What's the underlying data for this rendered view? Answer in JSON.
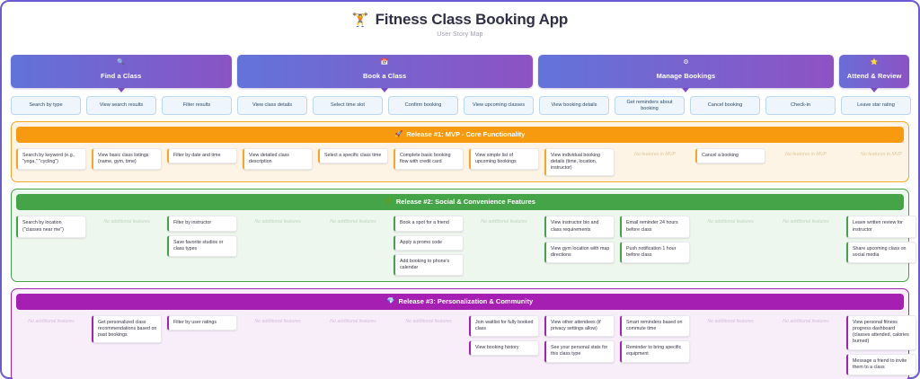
{
  "header": {
    "icon": "🏋",
    "icon_name": "fitness-icon",
    "title": "Fitness Class Booking App",
    "subtitle": "User Story Map"
  },
  "activities": [
    {
      "label": "Find a Class",
      "icon": "🔍",
      "icon_name": "magnifier-icon"
    },
    {
      "label": "Book a Class",
      "icon": "📅",
      "icon_name": "calendar-icon"
    },
    {
      "label": "Manage Bookings",
      "icon": "⚙",
      "icon_name": "gear-icon"
    },
    {
      "label": "Attend & Review",
      "icon": "⭐",
      "icon_name": "star-icon"
    }
  ],
  "steps": [
    [
      "Search by type",
      "View search results",
      "Filter results"
    ],
    [
      "View class details",
      "Select time slot",
      "Confirm booking",
      "View upcoming classes"
    ],
    [
      "View booking details",
      "Get reminders about booking",
      "Cancel booking",
      "Check-in"
    ],
    [
      "Leave star rating"
    ]
  ],
  "releases": [
    {
      "icon": "🚀",
      "icon_name": "rocket-icon",
      "label": "Release #1: MVP - Core Functionality",
      "empty_text": "No features in MVP",
      "columns": [
        [
          "Search by keyword (e.g., \"yoga,\" \"cycling\")"
        ],
        [
          "View basic class listings (name, gym, time)"
        ],
        [
          "Filter by date and time"
        ],
        [
          "View detailed class description"
        ],
        [
          "Select a specific class time"
        ],
        [
          "Complete basic booking flow with credit card"
        ],
        [
          "View simple list of upcoming bookings"
        ],
        [
          "View individual booking details (time, location, instructor)"
        ],
        [],
        [
          "Cancel a booking"
        ],
        [],
        []
      ]
    },
    {
      "icon": "🌿",
      "icon_name": "leaf-icon",
      "label": "Release #2: Social & Convenience Features",
      "empty_text": "No additional features",
      "columns": [
        [
          "Search by location (\"classes near me\")"
        ],
        [],
        [
          "Filter by instructor",
          "Save favorite studios or class types"
        ],
        [],
        [],
        [
          "Book a spot for a friend",
          "Apply a promo code",
          "Add booking to phone's calendar"
        ],
        [],
        [
          "View instructor bio and class requirements",
          "View gym location with map directions"
        ],
        [
          "Email reminder 24 hours before class",
          "Push notification 1 hour before class"
        ],
        [],
        [],
        [
          "Leave written review for instructor",
          "Share upcoming class on social media"
        ]
      ]
    },
    {
      "icon": "💎",
      "icon_name": "gem-icon",
      "label": "Release #3: Personalization & Community",
      "empty_text": "No additional features",
      "columns": [
        [],
        [
          "Get personalized class recommendations based on past bookings"
        ],
        [
          "Filter by user ratings"
        ],
        [],
        [],
        [],
        [
          "Join waitlist for fully booked class",
          "View booking history"
        ],
        [
          "View other attendees (if privacy settings allow)",
          "See your personal stats for this class type"
        ],
        [
          "Smart reminders based on commute time",
          "Reminder to bring specific equipment"
        ],
        [],
        [],
        [
          "View personal fitness progress dashboard (classes attended, calories burned)",
          "Message a friend to invite them to a class"
        ]
      ]
    }
  ],
  "colors": {
    "board_border": "#6b5bd2",
    "release1": "#f79a10",
    "release2": "#45a348",
    "release3": "#a41fb2",
    "step_card": "#eef5fd"
  }
}
